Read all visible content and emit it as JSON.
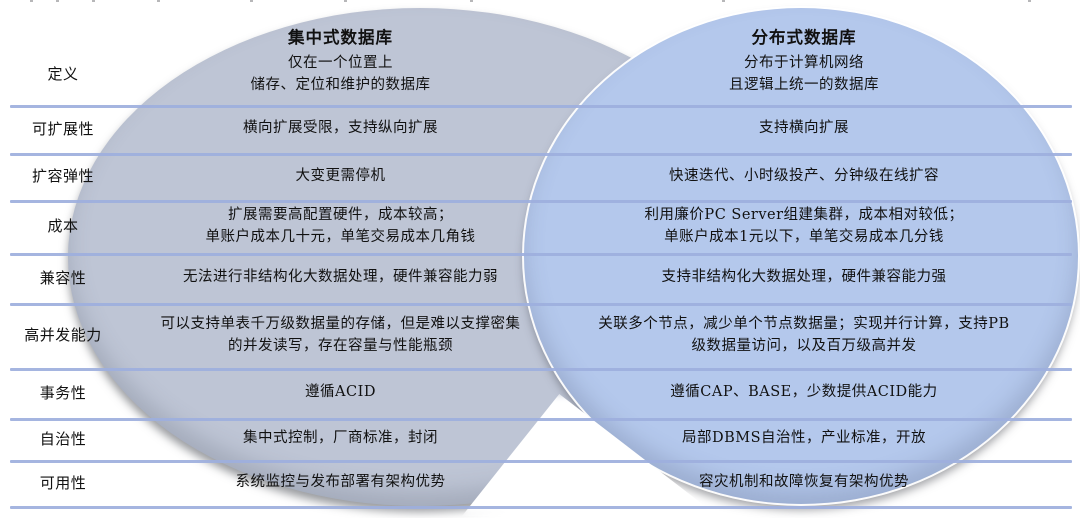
{
  "venn": {
    "left_circle_fill": "#bec5d5",
    "right_circle_fill": "#b4c8ec",
    "divider_line_color": "#9dafdd"
  },
  "table": {
    "headers": [
      "集中式数据库",
      "分布式数据库"
    ],
    "rows": [
      {
        "label": "定义",
        "centralized": "仅在一个位置上\n储存、定位和维护的数据库",
        "distributed": "分布于计算机网络\n且逻辑上统一的数据库"
      },
      {
        "label": "可扩展性",
        "centralized": "横向扩展受限，支持纵向扩展",
        "distributed": "支持横向扩展"
      },
      {
        "label": "扩容弹性",
        "centralized": "大变更需停机",
        "distributed": "快速迭代、小时级投产、分钟级在线扩容"
      },
      {
        "label": "成本",
        "centralized": "扩展需要高配置硬件，成本较高；\n单账户成本几十元，单笔交易成本几角钱",
        "distributed": "利用廉价PC Server组建集群，成本相对较低；\n单账户成本1元以下，单笔交易成本几分钱"
      },
      {
        "label": "兼容性",
        "centralized": "无法进行非结构化大数据处理，硬件兼容能力弱",
        "distributed": "支持非结构化大数据处理，硬件兼容能力强"
      },
      {
        "label": "高并发能力",
        "centralized": "可以支持单表千万级数据量的存储，但是难以支撑密集\n的并发读写，存在容量与性能瓶颈",
        "distributed": "关联多个节点，减少单个节点数据量；实现并行计算，支持PB\n级数据量访问，以及百万级高并发"
      },
      {
        "label": "事务性",
        "centralized": "遵循ACID",
        "distributed": "遵循CAP、BASE，少数提供ACID能力"
      },
      {
        "label": "自治性",
        "centralized": "集中式控制，厂商标准，封闭",
        "distributed": "局部DBMS自治性，产业标准，开放"
      },
      {
        "label": "可用性",
        "centralized": "系统监控与发布部署有架构优势",
        "distributed": "容灾机制和故障恢复有架构优势"
      }
    ]
  }
}
